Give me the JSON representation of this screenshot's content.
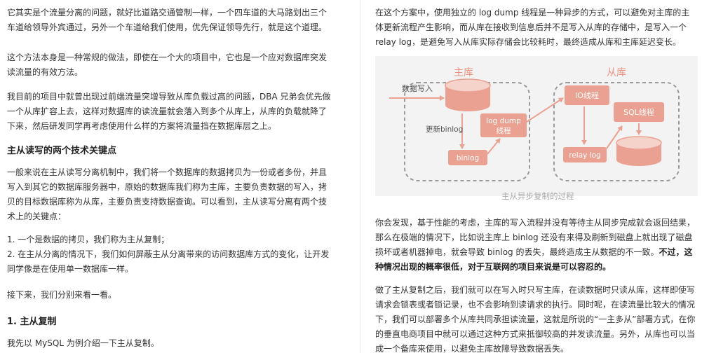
{
  "left": {
    "p1": "它其实是个流量分离的问题，就好比道路交通管制一样，一个四车道的大马路划出三个车道给领导外宾通过，另外一个车道给我们使用，优先保证领导先行，就是这个道理。",
    "p2": "这个方法本身是一种常规的做法，即使在一个大的项目中，它也是一个应对数据库突发读流量的有效方法。",
    "p3": "我目前的项目中就曾出现过前端流量突增导致从库负载过高的问题，DBA 兄弟会优先做一个从库扩容上去，这样对数据库的读流量就会落入到多个从库上，从库的负载就降了下来，然后研发同学再考虑使用什么样的方案将流量挡在数据库层之上。",
    "heading1": "主从读写的两个技术关键点",
    "p4": "一般来说在主从读写分离机制中，我们将一个数据库的数据拷贝为一份或者多份，并且写入到其它的数据库服务器中，原始的数据库我们称为主库，主要负责数据的写入，拷贝的目标数据库称为从库，主要负责支持数据查询。可以看到，主从读写分离有两个技术上的关键点：",
    "item1": "1. 一个是数据的拷贝，我们称为主从复制；",
    "item2": "2. 在主从分离的情况下，我们如何屏蔽主从分离带来的访问数据库方式的变化，让开发同学像是在使用单一数据库一样。",
    "p5": "接下来，我们分别来看一看。",
    "heading2": "1. 主从复制",
    "p6": "我先以 MySQL 为例介绍一下主从复制。"
  },
  "right": {
    "p1": "在这个方案中，使用独立的 log dump 线程是一种异步的方式，可以避免对主库的主体更新流程产生影响，而从库在接收到信息后并不是写入从库的存储中，是写入一个 relay log，是避免写入从库实际存储会比较耗时，最终造成从库和主库延迟变长。",
    "diagram": {
      "master_title": "主库",
      "slave_title": "从库",
      "write_label": "数据写入",
      "update_label": "更新binlog",
      "logdump_line1": "log dump",
      "logdump_line2": "线程",
      "binlog": "binlog",
      "io_thread": "IO线程",
      "sql_thread": "SQL线程",
      "relay_log": "relay log",
      "caption": "主从异步复制的过程"
    },
    "p2_a": "你会发现，基于性能的考虑，主库的写入流程并没有等待主从同步完成就会返回结果，那么在极端的情况下，比如说主库上 binlog 还没有来得及刷新到磁盘上就出现了磁盘损坏或者机器掉电，就会导致 binlog 的丢失，最终造成主从数据的不一致。",
    "p2_b": "不过，这种情况出现的概率很低，对于互联网的项目来说是可以容忍的。",
    "p3": "做了主从复制之后，我们就可以在写入时只写主库，在读数据时只读从库，这样即使写请求会锁表或者锁记录，也不会影响到读请求的执行。同时呢，在读流量比较大的情况下，我们可以部署多个从库共同承担读流量，这就是所说的“一主多从”部署方式，在你的垂直电商项目中就可以通过这种方式来抵御较高的并发读流量。另外，从库也可以当成一个备库来使用，以避免主库故障导致数据丢失。"
  },
  "colors": {
    "salmon": "#eba192",
    "text": "#333333",
    "caption": "#aaaaaa",
    "dash": "#9a9a9a"
  }
}
